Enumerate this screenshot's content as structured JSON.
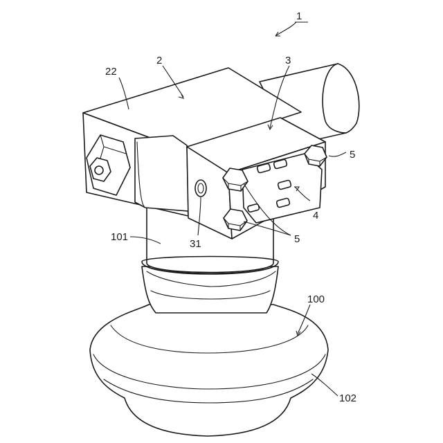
{
  "labels": {
    "assembly": "1",
    "body": "2",
    "body_top": "22",
    "clamp": "3",
    "plate": "4",
    "bolt_right": "5",
    "bolts_front": "5",
    "hole": "31",
    "neck": "101",
    "bell": "100",
    "bell_rim": "102"
  }
}
